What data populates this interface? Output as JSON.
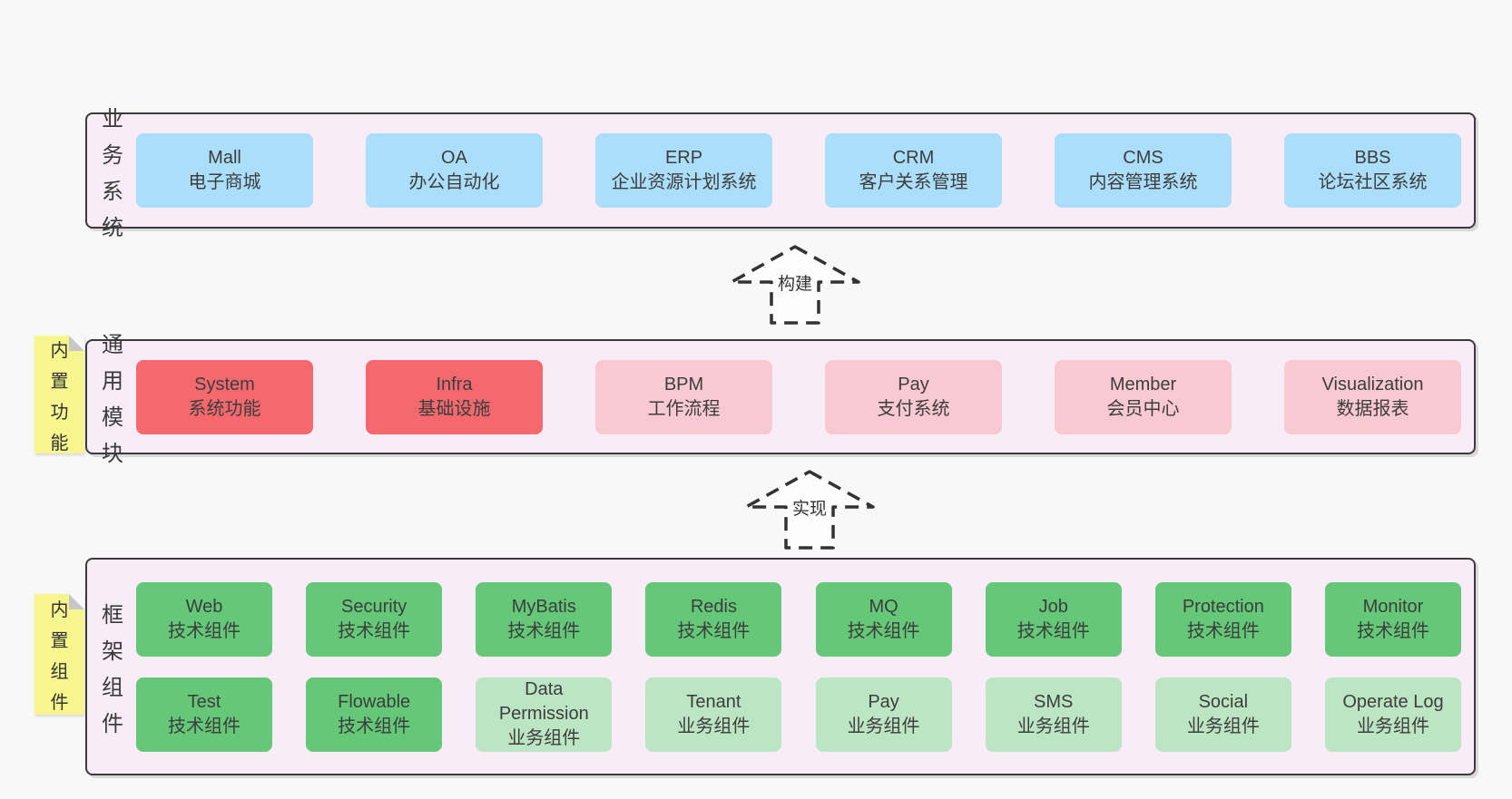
{
  "colors": {
    "bg": "#f8f8f8",
    "band_bg": "#f8edf6",
    "band_border": "#3b3b3b",
    "text": "#3a3a3a",
    "blue": "#abdefa",
    "red": "#f5696e",
    "pink": "#f9c9d1",
    "green": "#64c878",
    "green_light": "#bce6c3",
    "sticky": "#f7f58d",
    "fold": "#c7c7c7",
    "arrow_fill": "#fdfdfd",
    "arrow_stroke": "#333333"
  },
  "bands": [
    {
      "label": "业务系统",
      "rows": [
        [
          {
            "title": "Mall",
            "subtitle": "电子商城",
            "variant": "blue"
          },
          {
            "title": "OA",
            "subtitle": "办公自动化",
            "variant": "blue"
          },
          {
            "title": "ERP",
            "subtitle": "企业资源计划系统",
            "variant": "blue"
          },
          {
            "title": "CRM",
            "subtitle": "客户关系管理",
            "variant": "blue"
          },
          {
            "title": "CMS",
            "subtitle": "内容管理系统",
            "variant": "blue"
          },
          {
            "title": "BBS",
            "subtitle": "论坛社区系统",
            "variant": "blue"
          }
        ]
      ]
    },
    {
      "label": "通用模块",
      "rows": [
        [
          {
            "title": "System",
            "subtitle": "系统功能",
            "variant": "red"
          },
          {
            "title": "Infra",
            "subtitle": "基础设施",
            "variant": "red"
          },
          {
            "title": "BPM",
            "subtitle": "工作流程",
            "variant": "pink"
          },
          {
            "title": "Pay",
            "subtitle": "支付系统",
            "variant": "pink"
          },
          {
            "title": "Member",
            "subtitle": "会员中心",
            "variant": "pink"
          },
          {
            "title": "Visualization",
            "subtitle": "数据报表",
            "variant": "pink"
          }
        ]
      ]
    },
    {
      "label": "框架组件",
      "rows": [
        [
          {
            "title": "Web",
            "subtitle": "技术组件",
            "variant": "green"
          },
          {
            "title": "Security",
            "subtitle": "技术组件",
            "variant": "green"
          },
          {
            "title": "MyBatis",
            "subtitle": "技术组件",
            "variant": "green"
          },
          {
            "title": "Redis",
            "subtitle": "技术组件",
            "variant": "green"
          },
          {
            "title": "MQ",
            "subtitle": "技术组件",
            "variant": "green"
          },
          {
            "title": "Job",
            "subtitle": "技术组件",
            "variant": "green"
          },
          {
            "title": "Protection",
            "subtitle": "技术组件",
            "variant": "green"
          },
          {
            "title": "Monitor",
            "subtitle": "技术组件",
            "variant": "green"
          }
        ],
        [
          {
            "title": "Test",
            "subtitle": "技术组件",
            "variant": "green"
          },
          {
            "title": "Flowable",
            "subtitle": "技术组件",
            "variant": "green"
          },
          {
            "title": "Data Permission",
            "subtitle": "业务组件",
            "variant": "green-light"
          },
          {
            "title": "Tenant",
            "subtitle": "业务组件",
            "variant": "green-light"
          },
          {
            "title": "Pay",
            "subtitle": "业务组件",
            "variant": "green-light"
          },
          {
            "title": "SMS",
            "subtitle": "业务组件",
            "variant": "green-light"
          },
          {
            "title": "Social",
            "subtitle": "业务组件",
            "variant": "green-light"
          },
          {
            "title": "Operate Log",
            "subtitle": "业务组件",
            "variant": "green-light"
          }
        ]
      ]
    }
  ],
  "stickies": [
    {
      "text": "内置功能"
    },
    {
      "text": "内置组件"
    }
  ],
  "arrows": [
    {
      "label": "构建"
    },
    {
      "label": "实现"
    }
  ]
}
